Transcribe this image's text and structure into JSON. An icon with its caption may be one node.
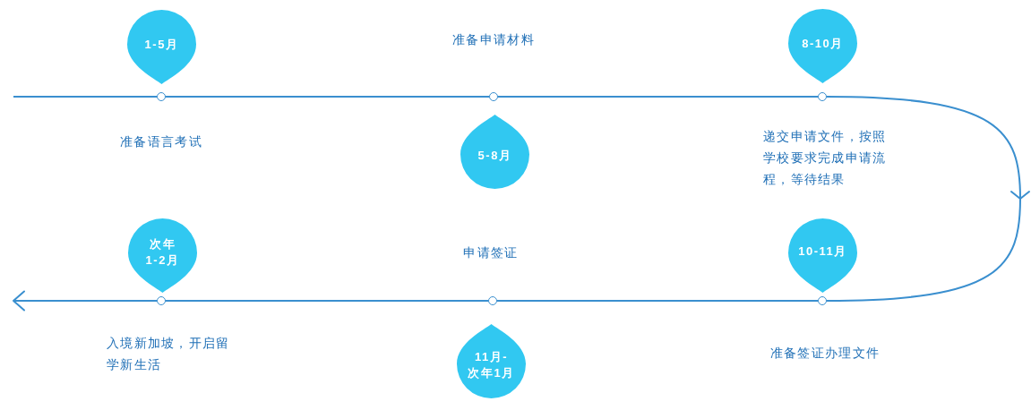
{
  "diagram": {
    "nodes": [
      {
        "text": [
          "1-5月"
        ]
      },
      {
        "text": [
          "5-8月"
        ]
      },
      {
        "text": [
          "8-10月"
        ]
      },
      {
        "text": [
          "10-11月"
        ]
      },
      {
        "text": [
          "11月-次年1月"
        ]
      },
      {
        "text": [
          "次年1-2月"
        ]
      },
      {
        "text": [],
        "shape": "circle"
      },
      {
        "text": [],
        "shape": "circle"
      },
      {
        "text": [],
        "shape": "circle"
      },
      {
        "text": [],
        "shape": "circle"
      },
      {
        "text": [],
        "shape": "circle"
      },
      {
        "text": [],
        "shape": "circle"
      }
    ],
    "edges": [
      {
        "from": null,
        "to": 6,
        "arrow": "none"
      },
      {
        "from": 6,
        "to": 7,
        "arrow": "none"
      },
      {
        "from": 7,
        "to": 8,
        "arrow": "none"
      },
      {
        "from": 8,
        "to": null,
        "arrow": "to"
      },
      {
        "from": null,
        "to": 11,
        "arrow": "none"
      },
      {
        "from": 11,
        "to": 10,
        "arrow": "none"
      },
      {
        "from": 10,
        "to": 9,
        "arrow": "none"
      },
      {
        "from": 9,
        "to": null,
        "arrow": "to"
      }
    ],
    "labels": [
      "准备申请材料",
      "准备语言考试",
      "递交申请文件，按照学校要求完成申请流程，等待结果",
      "申请签证",
      "入境新加坡，开启留学新生活",
      "准备签证办理文件"
    ]
  }
}
